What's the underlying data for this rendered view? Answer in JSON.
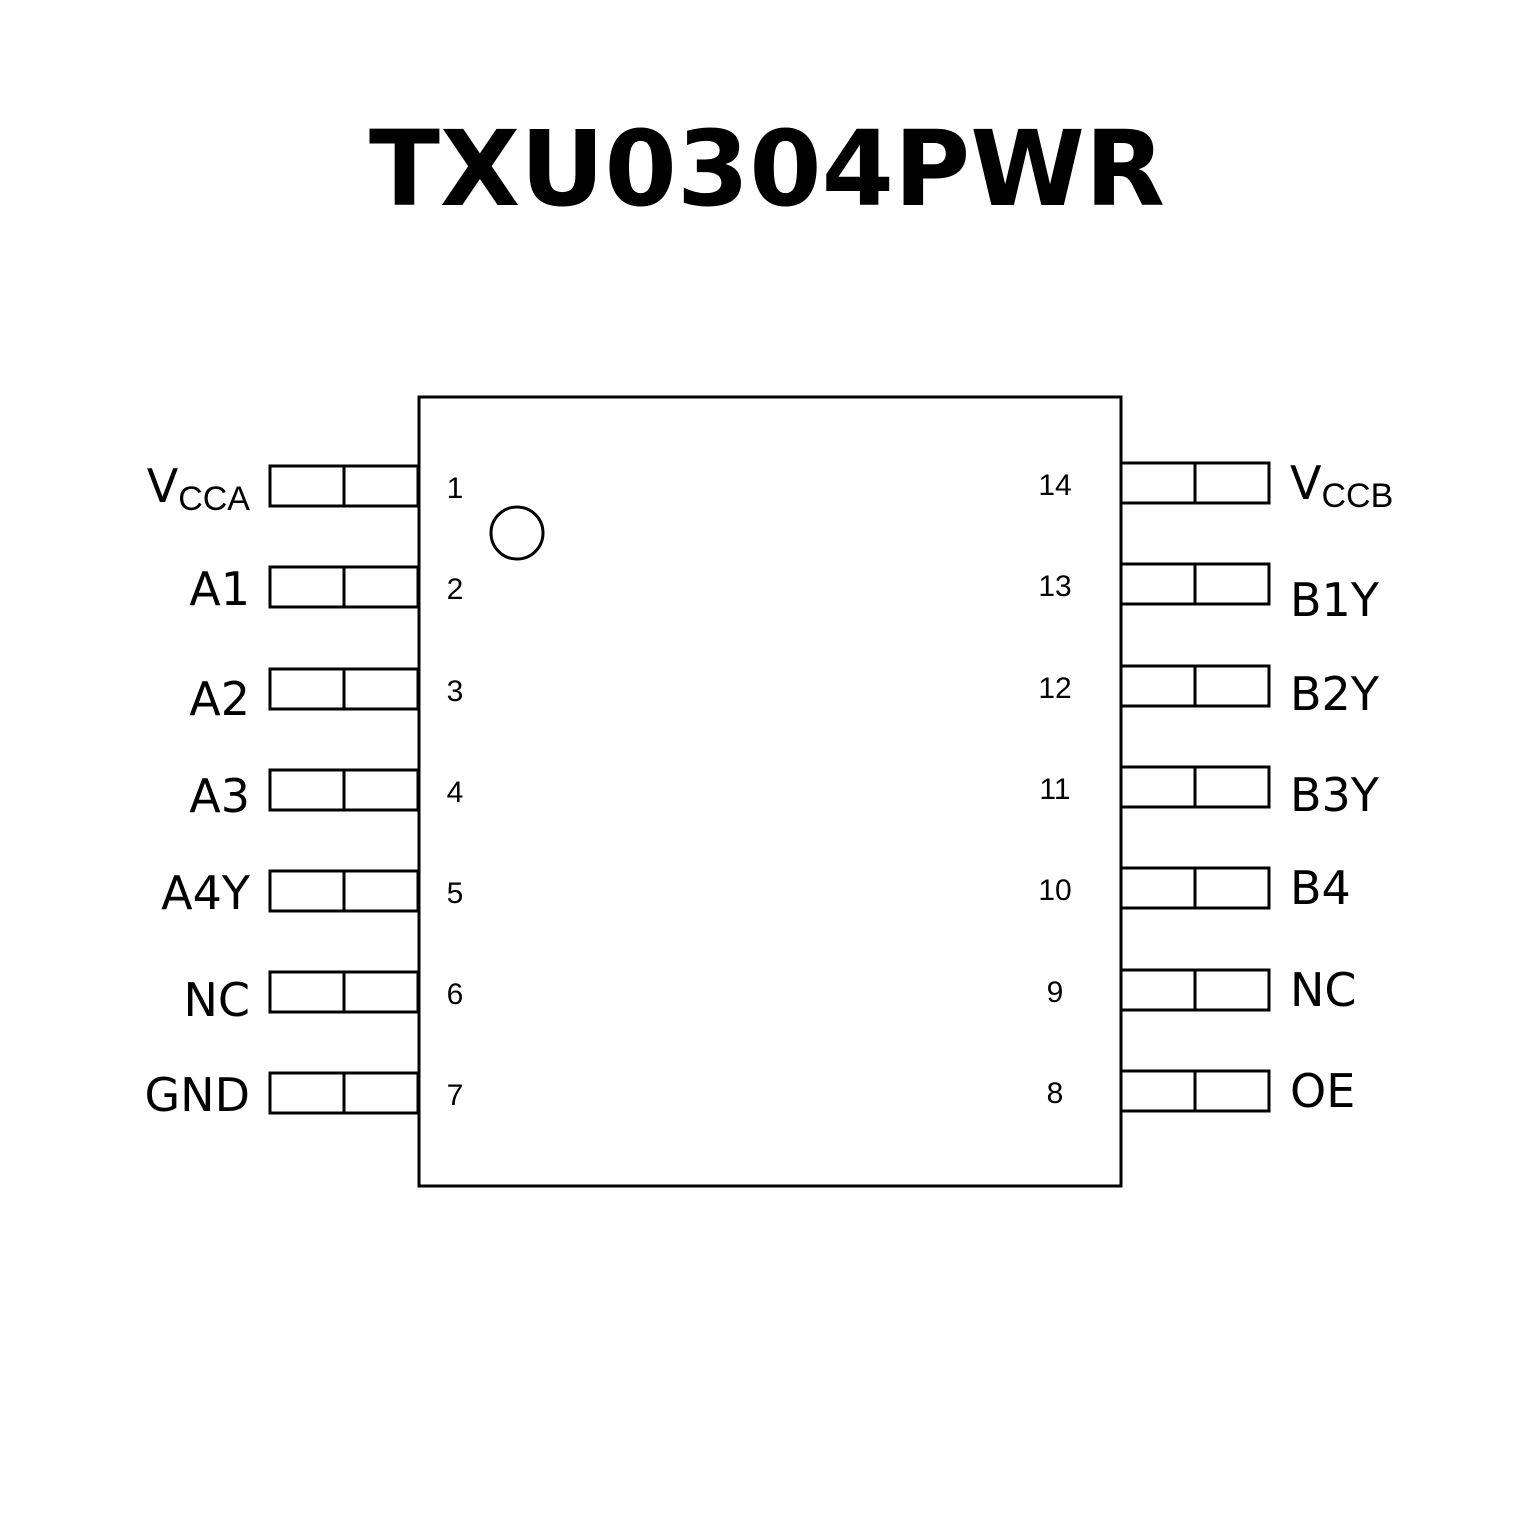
{
  "title": "TXU0304PWR",
  "package": {
    "outline": "rectangle",
    "pin1_marker": "circle"
  },
  "left_pins": [
    {
      "number": "1",
      "name": "V",
      "sub": "CCA"
    },
    {
      "number": "2",
      "name": "A1",
      "sub": ""
    },
    {
      "number": "3",
      "name": "A2",
      "sub": ""
    },
    {
      "number": "4",
      "name": "A3",
      "sub": ""
    },
    {
      "number": "5",
      "name": "A4Y",
      "sub": ""
    },
    {
      "number": "6",
      "name": "NC",
      "sub": ""
    },
    {
      "number": "7",
      "name": "GND",
      "sub": ""
    }
  ],
  "right_pins": [
    {
      "number": "14",
      "name": "V",
      "sub": "CCB"
    },
    {
      "number": "13",
      "name": "B1Y",
      "sub": ""
    },
    {
      "number": "12",
      "name": "B2Y",
      "sub": ""
    },
    {
      "number": "11",
      "name": "B3Y",
      "sub": ""
    },
    {
      "number": "10",
      "name": "B4",
      "sub": ""
    },
    {
      "number": "9",
      "name": "NC",
      "sub": ""
    },
    {
      "number": "8",
      "name": "OE",
      "sub": ""
    }
  ]
}
